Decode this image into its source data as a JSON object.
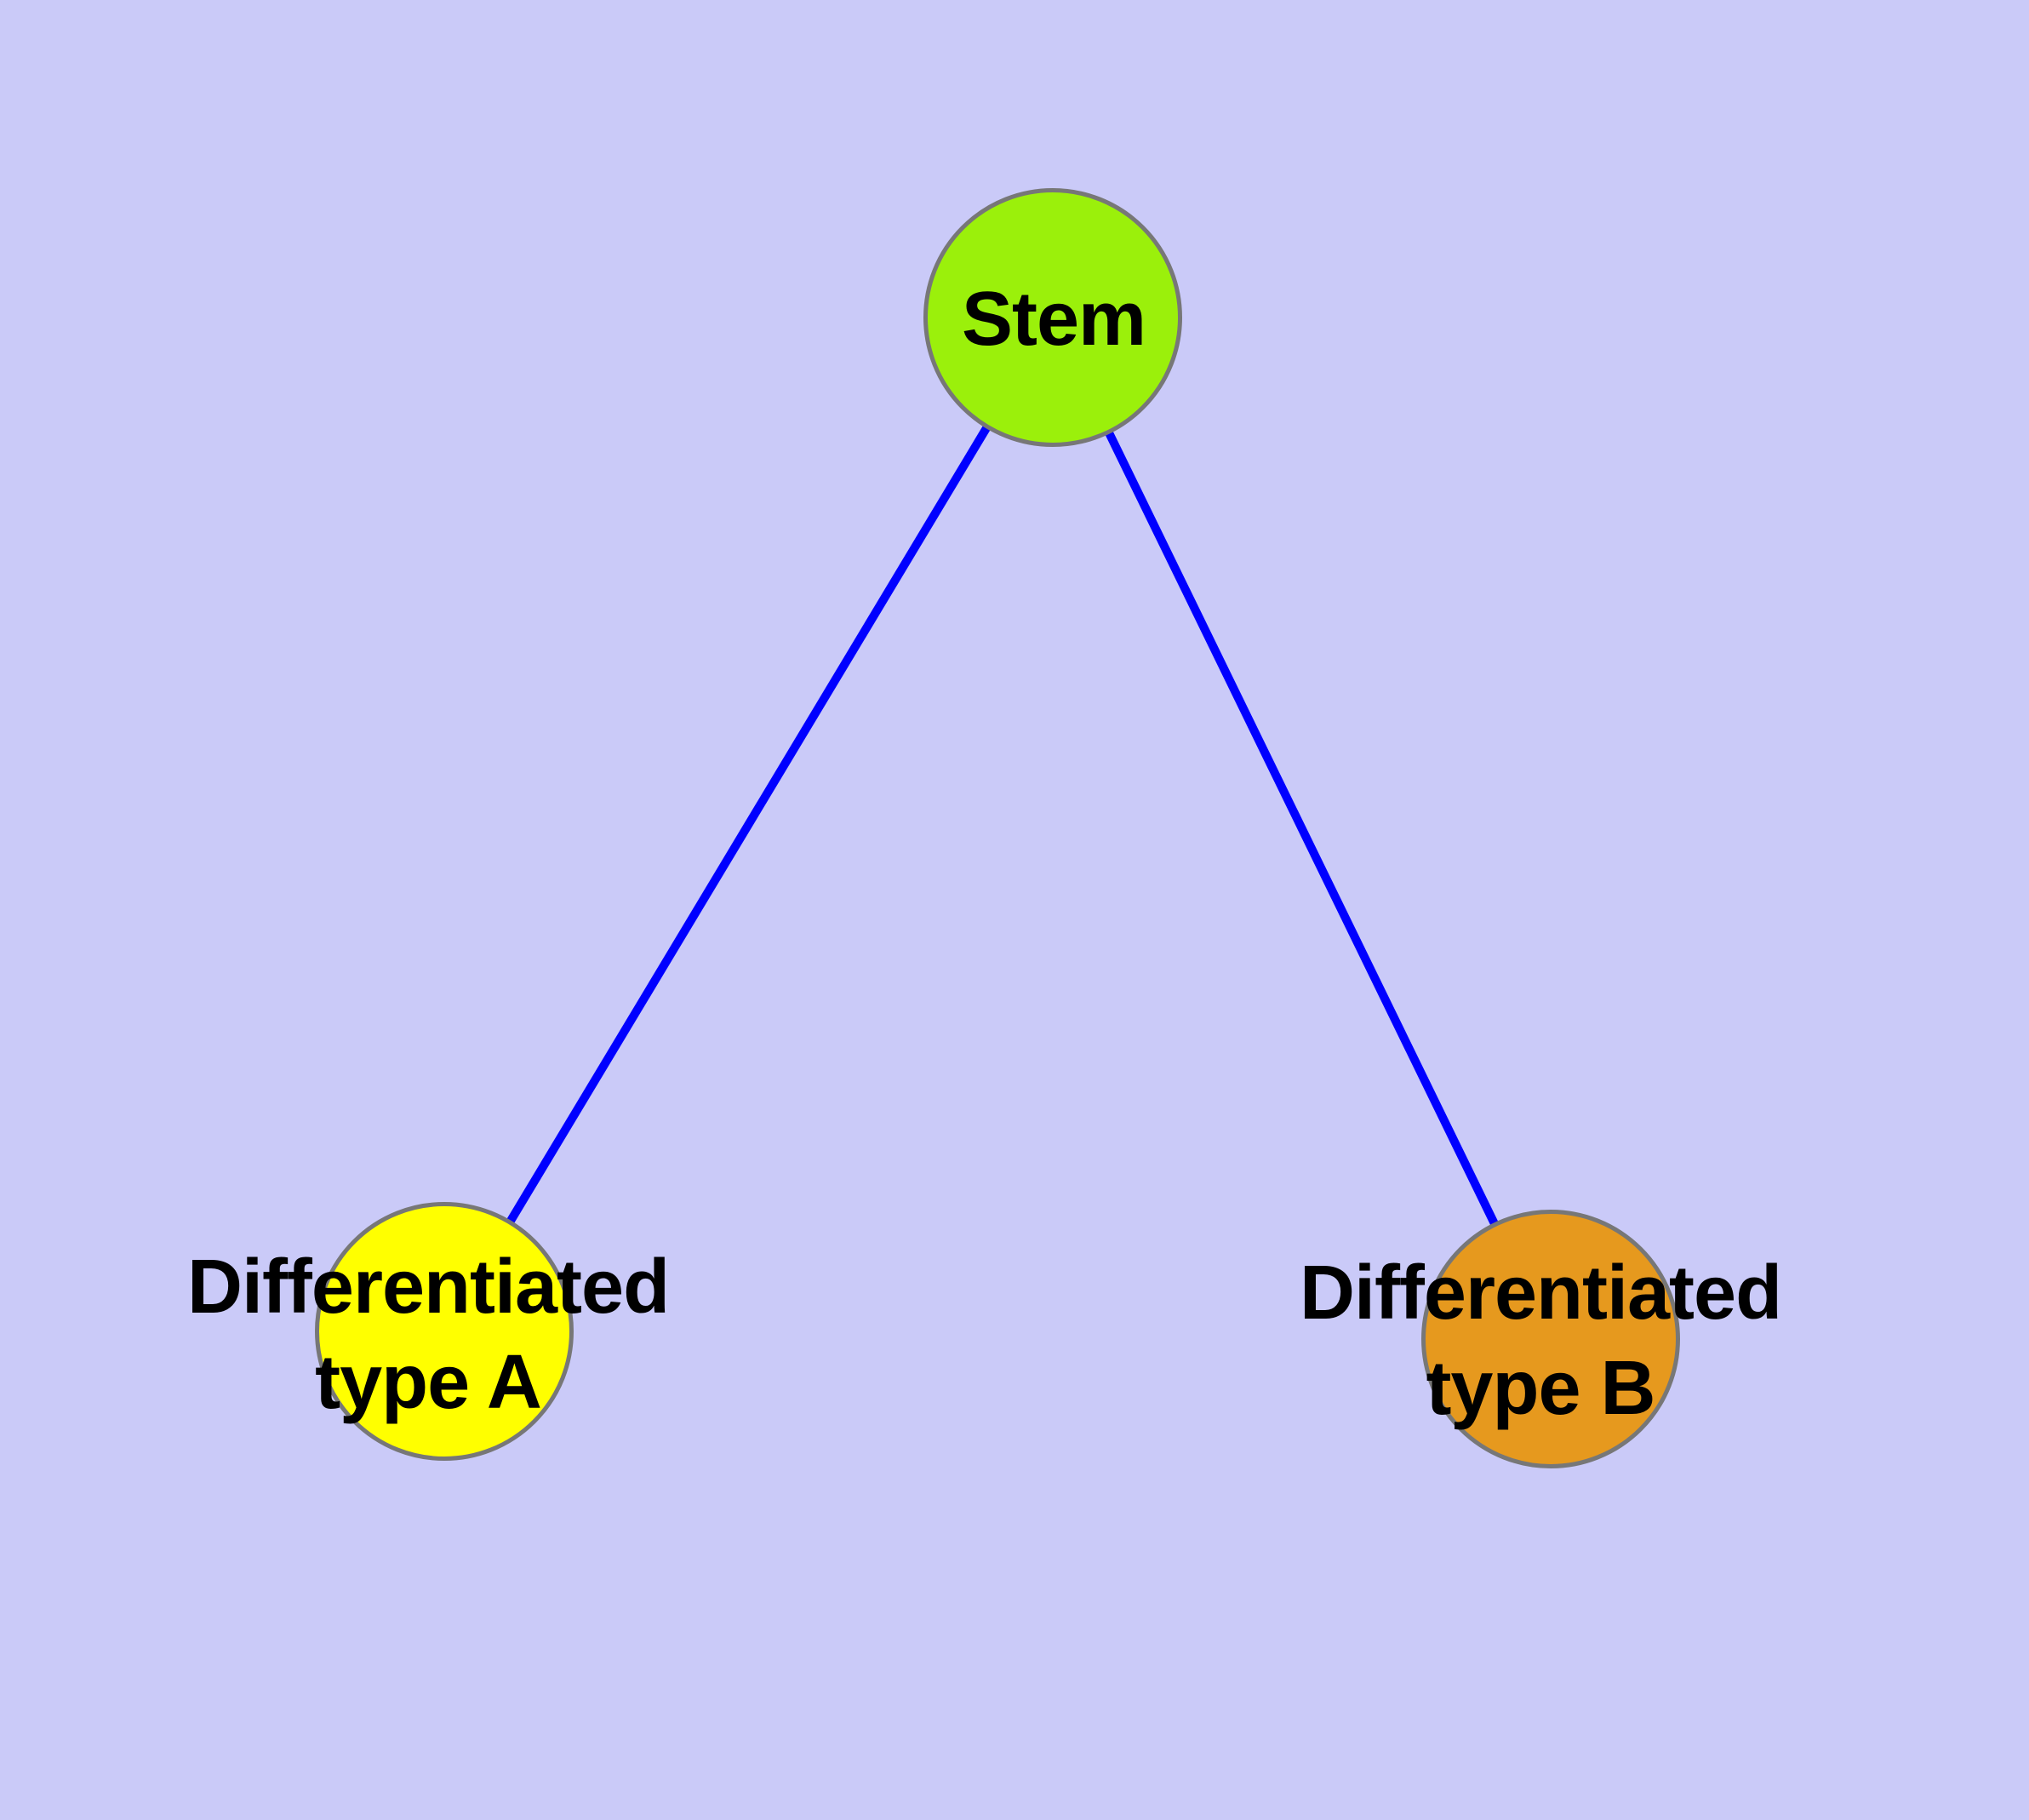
{
  "diagram": {
    "type": "node-link-graph",
    "colors": {
      "background": "#CACAF8",
      "edge": "#0000FF",
      "node_border": "#777777",
      "label_text": "#000000"
    },
    "nodes": [
      {
        "id": "stem",
        "label": "Stem",
        "label_lines": [
          "Stem"
        ],
        "fill": "#9BF00B"
      },
      {
        "id": "differentiated-type-a",
        "label": "Differentiated type A",
        "label_lines": [
          "Differentiated",
          "type A"
        ],
        "fill": "#FFFF00"
      },
      {
        "id": "differentiated-type-b",
        "label": "Differentiated type B",
        "label_lines": [
          "Differentiated",
          "type B"
        ],
        "fill": "#E6991E"
      }
    ],
    "edges": [
      {
        "from": "stem",
        "to": "differentiated-type-a"
      },
      {
        "from": "stem",
        "to": "differentiated-type-b"
      }
    ]
  }
}
